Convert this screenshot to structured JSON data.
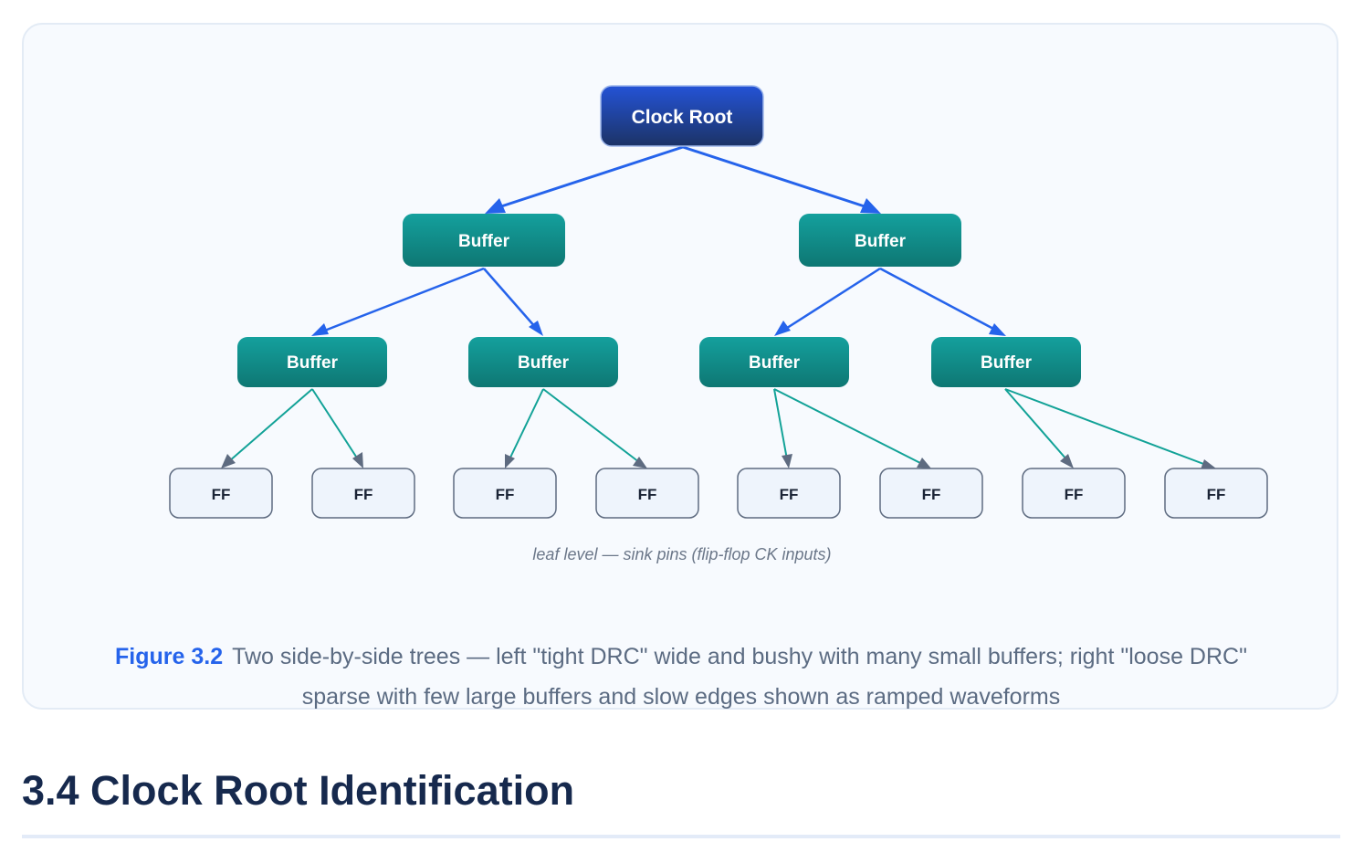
{
  "diagram": {
    "root": {
      "label": "Clock Root"
    },
    "level1": [
      {
        "label": "Buffer"
      },
      {
        "label": "Buffer"
      }
    ],
    "level2": [
      {
        "label": "Buffer"
      },
      {
        "label": "Buffer"
      },
      {
        "label": "Buffer"
      },
      {
        "label": "Buffer"
      }
    ],
    "leaves": [
      {
        "label": "FF"
      },
      {
        "label": "FF"
      },
      {
        "label": "FF"
      },
      {
        "label": "FF"
      },
      {
        "label": "FF"
      },
      {
        "label": "FF"
      },
      {
        "label": "FF"
      },
      {
        "label": "FF"
      }
    ],
    "leaf_note": "leaf level — sink pins (flip-flop CK inputs)",
    "colors": {
      "root_top": "#2453d6",
      "root_bottom": "#1c3366",
      "buffer_top": "#14a09d",
      "buffer_bottom": "#0e7773",
      "leaf_fill": "#eef4fc",
      "leaf_border": "#5e6b80",
      "edge_upper": "#2563eb",
      "edge_lower": "#12a297",
      "arrow_lower": "#5e6b80"
    }
  },
  "figure": {
    "label": "Figure 3.2",
    "caption": "Two side-by-side trees — left \"tight DRC\" wide and bushy with many small buffers; right \"loose DRC\" sparse with few large buffers and slow edges shown as ramped waveforms"
  },
  "section": {
    "title": "3.4 Clock Root Identification"
  }
}
